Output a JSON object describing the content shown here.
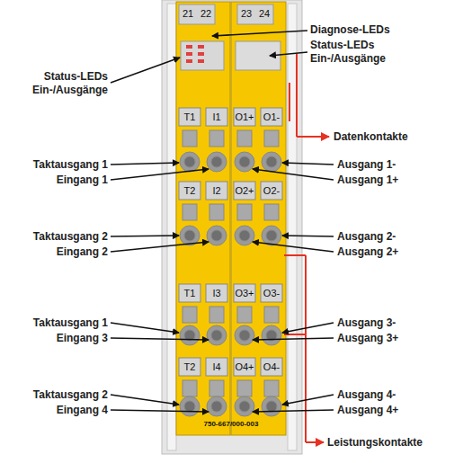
{
  "diagram": {
    "labels": [
      "Status-LEDs Ein-/Ausgänge",
      "Taktausgang 1",
      "Eingang 1",
      "Taktausgang 2",
      "Eingang 2",
      "Taktausgang 1",
      "Eingang 3",
      "Taktausgang 2",
      "Eingang 4",
      "Diagnose-LEDs",
      "Status-LEDs Ein-/Ausgänge",
      "Datenkontakte",
      "Ausgang 1-",
      "Ausgang 1+",
      "Ausgang 2-",
      "Ausgang 2+",
      "Ausgang 3-",
      "Ausgang 3+",
      "Ausgang 4-",
      "Ausgang 4+",
      "Leistungskontakte",
      "21",
      "22",
      "23",
      "24",
      "T1",
      "I1",
      "O1+",
      "O1-",
      "T2",
      "I2",
      "O2+",
      "O2-",
      "T1",
      "I3",
      "O3+",
      "O3-",
      "T2",
      "I4",
      "O4+",
      "O4-",
      "750-667/000-003"
    ]
  }
}
